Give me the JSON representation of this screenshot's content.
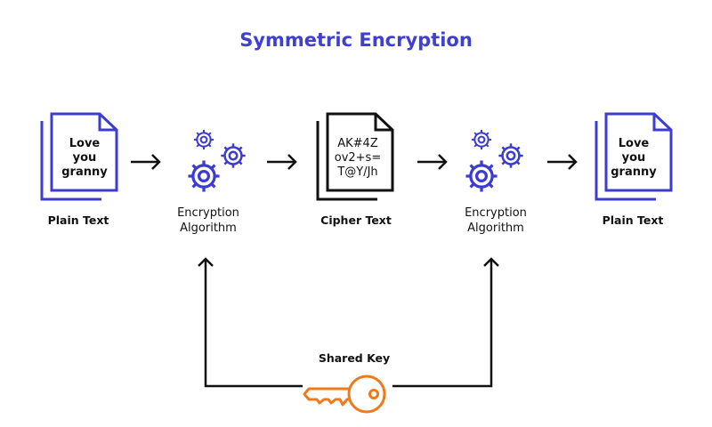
{
  "title": "Symmetric Encryption",
  "colors": {
    "title": "#4040d0",
    "accent_blue": "#3c3cd0",
    "dark": "#111111",
    "key_orange": "#ee7a1b"
  },
  "nodes": {
    "plain_text_left": {
      "label": "Plain Text",
      "content": [
        "Love",
        "you",
        "granny"
      ],
      "icon": "document-stack-icon"
    },
    "encryption_algorithm_left": {
      "label": [
        "Encryption",
        "Algorithm"
      ],
      "icon": "gears-icon"
    },
    "cipher_text": {
      "label": "Cipher Text",
      "content": [
        "AK#4Z",
        "ov2+s=",
        "T@Y/Jh"
      ],
      "icon": "document-stack-icon"
    },
    "encryption_algorithm_right": {
      "label": [
        "Encryption",
        "Algorithm"
      ],
      "icon": "gears-icon"
    },
    "plain_text_right": {
      "label": "Plain Text",
      "content": [
        "Love",
        "you",
        "granny"
      ],
      "icon": "document-stack-icon"
    }
  },
  "shared_key": {
    "label": "Shared Key",
    "icon": "key-icon"
  }
}
